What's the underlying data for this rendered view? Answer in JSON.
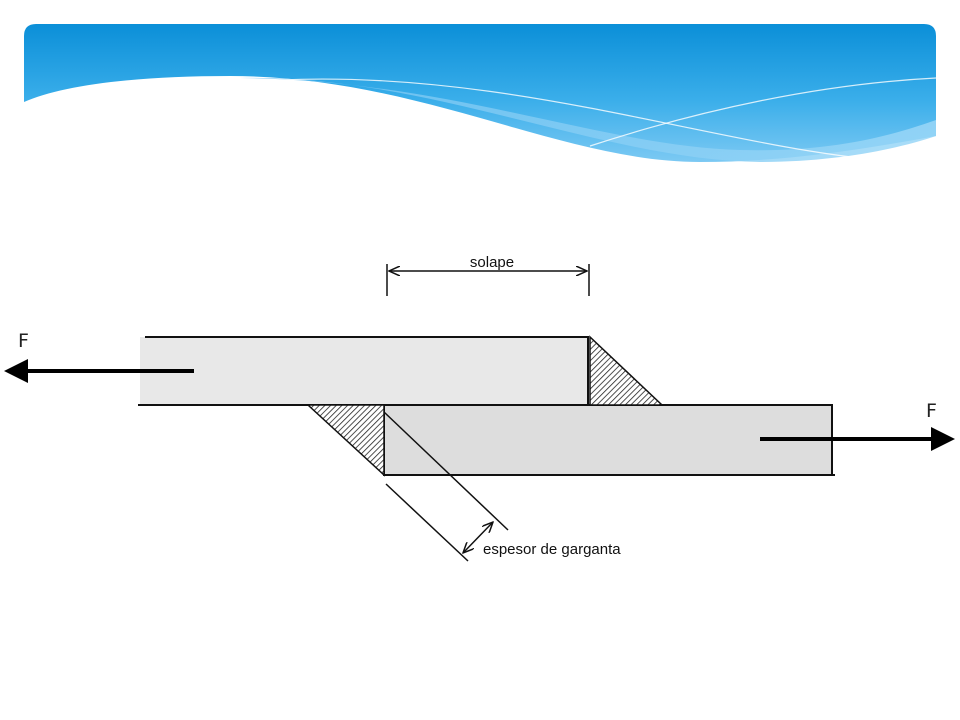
{
  "slide": {
    "theme": {
      "banner_gradient": [
        "#0b8fd8",
        "#3aaeea",
        "#7cc9f3"
      ],
      "background": "#ffffff"
    }
  },
  "diagram": {
    "labels": {
      "overlap": "solape",
      "throat": "espesor de garganta",
      "force_left": "F",
      "force_right": "F"
    },
    "colors": {
      "upper_plate": "#e8e8e8",
      "lower_plate": "#dddddd",
      "outline": "#111111",
      "weld_hatch": "#222222",
      "force_label": "#222222"
    }
  }
}
